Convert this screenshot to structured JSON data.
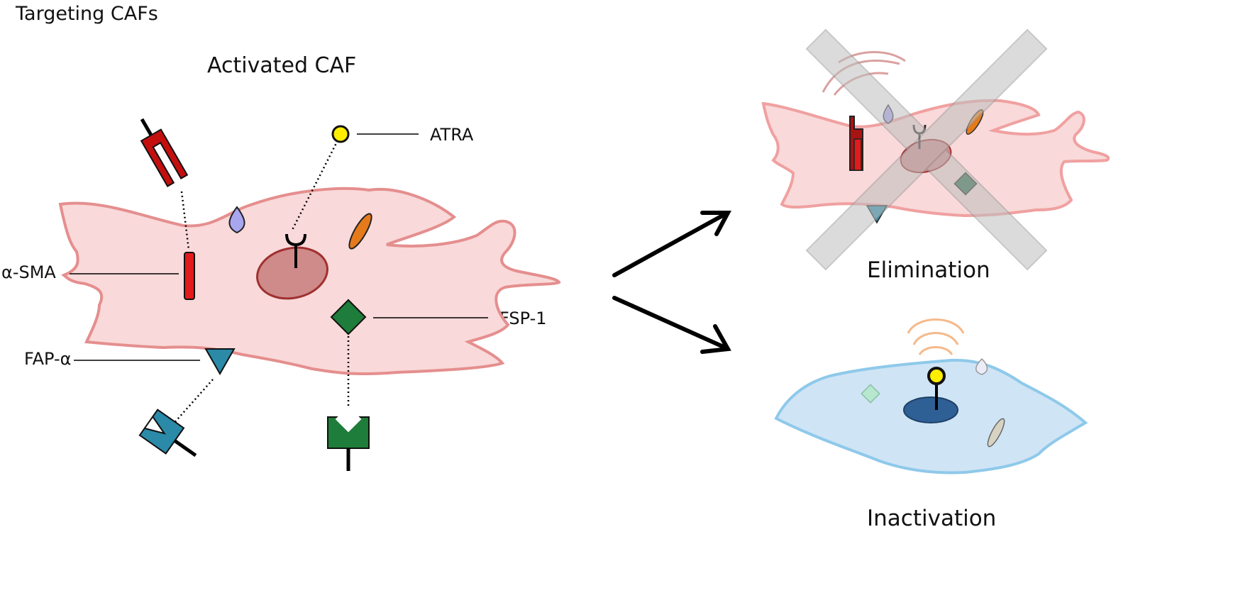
{
  "title": "Targeting CAFs",
  "activated_caf": {
    "title": "Activated CAF",
    "labels": {
      "alpha_sma": "α-SMA",
      "fap_alpha": "FAP-α",
      "atra": "ATRA",
      "fsp1": "FSP-1"
    }
  },
  "outcomes": {
    "elimination": "Elimination",
    "inactivation": "Inactivation"
  },
  "colors": {
    "activated_cell_fill": "#f9d9d9",
    "activated_cell_edge": "#e58e8e",
    "inactive_cell_fill": "#cfe4f5",
    "inactive_cell_edge": "#8ec9ea",
    "alpha_sma": "#e31b1b",
    "fap_alpha": "#2a8aa8",
    "fsp1": "#1e7d3a",
    "atra": "#ffee00",
    "lipid_droplet": "#a9a6f0",
    "vesicle": "#e57a1a",
    "cross_mark": "#bfbfbf"
  }
}
